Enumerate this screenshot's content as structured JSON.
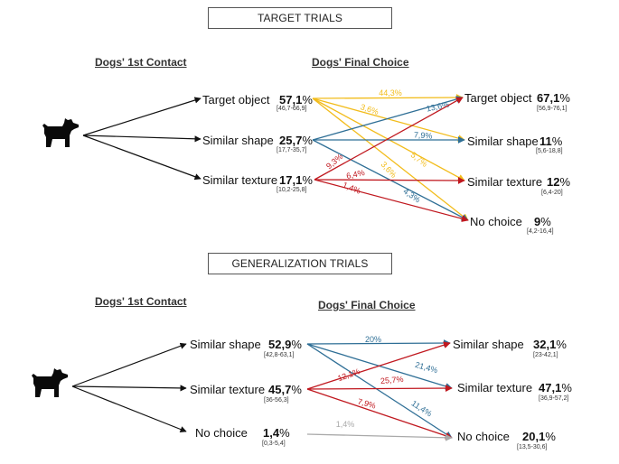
{
  "colors": {
    "yellow": "#f2bc1b",
    "blue": "#2f6f96",
    "red": "#c0181f",
    "gray": "#a9a9a9",
    "black": "#111111"
  },
  "icons": [
    "dog-icon-target",
    "dog-icon-generalization"
  ],
  "target": {
    "title": "TARGET TRIALS",
    "first_heading": "Dogs' 1st Contact",
    "final_heading": "Dogs' Final Choice",
    "first": [
      {
        "label": "Target object",
        "value": "57,1",
        "ci": "[46,7-66,9]"
      },
      {
        "label": "Similar shape",
        "value": "25,7",
        "ci": "[17,7-35,7]"
      },
      {
        "label": "Similar texture",
        "value": "17,1",
        "ci": "[10,2-25,8]"
      }
    ],
    "final": [
      {
        "label": "Target object",
        "value": "67,1",
        "ci": "[56,9-76,1]"
      },
      {
        "label": "Similar shape",
        "value": "11",
        "ci": "[5,6-18,8]"
      },
      {
        "label": "Similar texture",
        "value": "12",
        "ci": "[6,4-20]"
      },
      {
        "label": "No choice",
        "value": "9",
        "ci": "[4,2-16,4]"
      }
    ],
    "flows": [
      {
        "from": 0,
        "to": 0,
        "color": "yellow",
        "label": "44,3%"
      },
      {
        "from": 0,
        "to": 1,
        "color": "yellow",
        "label": "3,6%"
      },
      {
        "from": 0,
        "to": 2,
        "color": "yellow",
        "label": "5,7%"
      },
      {
        "from": 0,
        "to": 3,
        "color": "yellow",
        "label": "3,6%"
      },
      {
        "from": 1,
        "to": 0,
        "color": "blue",
        "label": "13,6%"
      },
      {
        "from": 1,
        "to": 1,
        "color": "blue",
        "label": "7,9%"
      },
      {
        "from": 1,
        "to": 3,
        "color": "blue",
        "label": "4,3%"
      },
      {
        "from": 2,
        "to": 0,
        "color": "red",
        "label": "9,3%"
      },
      {
        "from": 2,
        "to": 2,
        "color": "red",
        "label": "6,4%"
      },
      {
        "from": 2,
        "to": 3,
        "color": "red",
        "label": "1,4%"
      }
    ]
  },
  "generalization": {
    "title": "GENERALIZATION TRIALS",
    "first_heading": "Dogs' 1st Contact",
    "final_heading": "Dogs' Final Choice",
    "first": [
      {
        "label": "Similar shape",
        "value": "52,9",
        "ci": "[42,8-63,1]"
      },
      {
        "label": "Similar texture",
        "value": "45,7",
        "ci": "[36-56,3]"
      },
      {
        "label": "No choice",
        "value": "1,4",
        "ci": "[0,3-5,4]"
      }
    ],
    "final": [
      {
        "label": "Similar shape",
        "value": "32,1",
        "ci": "[23-42,1]"
      },
      {
        "label": "Similar texture",
        "value": "47,1",
        "ci": "[36,9-57,2]"
      },
      {
        "label": "No choice",
        "value": "20,1",
        "ci": "[13,5-30,6]"
      }
    ],
    "flows": [
      {
        "from": 0,
        "to": 0,
        "color": "blue",
        "label": "20%"
      },
      {
        "from": 0,
        "to": 1,
        "color": "blue",
        "label": "21,4%"
      },
      {
        "from": 0,
        "to": 2,
        "color": "blue",
        "label": "11,4%"
      },
      {
        "from": 1,
        "to": 0,
        "color": "red",
        "label": "12,1%"
      },
      {
        "from": 1,
        "to": 1,
        "color": "red",
        "label": "25,7%"
      },
      {
        "from": 1,
        "to": 2,
        "color": "red",
        "label": "7,9%"
      },
      {
        "from": 2,
        "to": 2,
        "color": "gray",
        "label": "1,4%"
      }
    ]
  }
}
